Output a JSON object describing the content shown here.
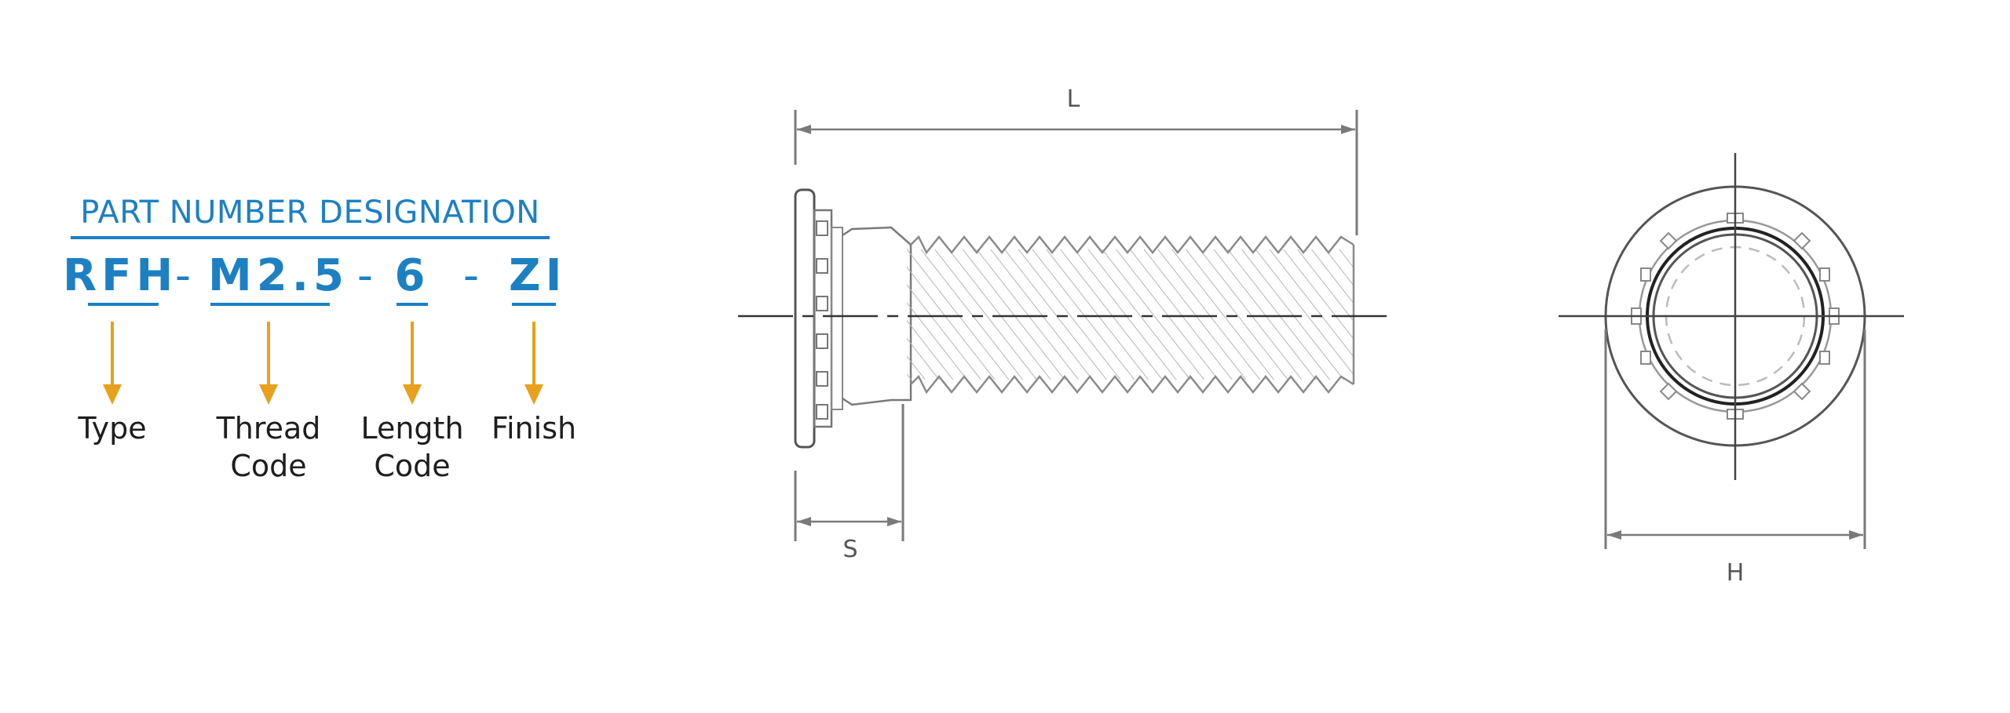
{
  "designation": {
    "title": "PART NUMBER DESIGNATION",
    "segments": [
      {
        "code": "RFH",
        "label": "Type"
      },
      {
        "code": "M2.5",
        "label": "Thread Code"
      },
      {
        "code": "6",
        "label": "Length Code"
      },
      {
        "code": "ZI",
        "label": "Finish"
      }
    ],
    "separator": "-"
  },
  "dimensions": {
    "length": "L",
    "shank": "S",
    "head_diameter": "H"
  },
  "colors": {
    "accent_blue": "#1d80c3",
    "arrow_orange": "#e8a11c",
    "line_gray": "#777777"
  }
}
